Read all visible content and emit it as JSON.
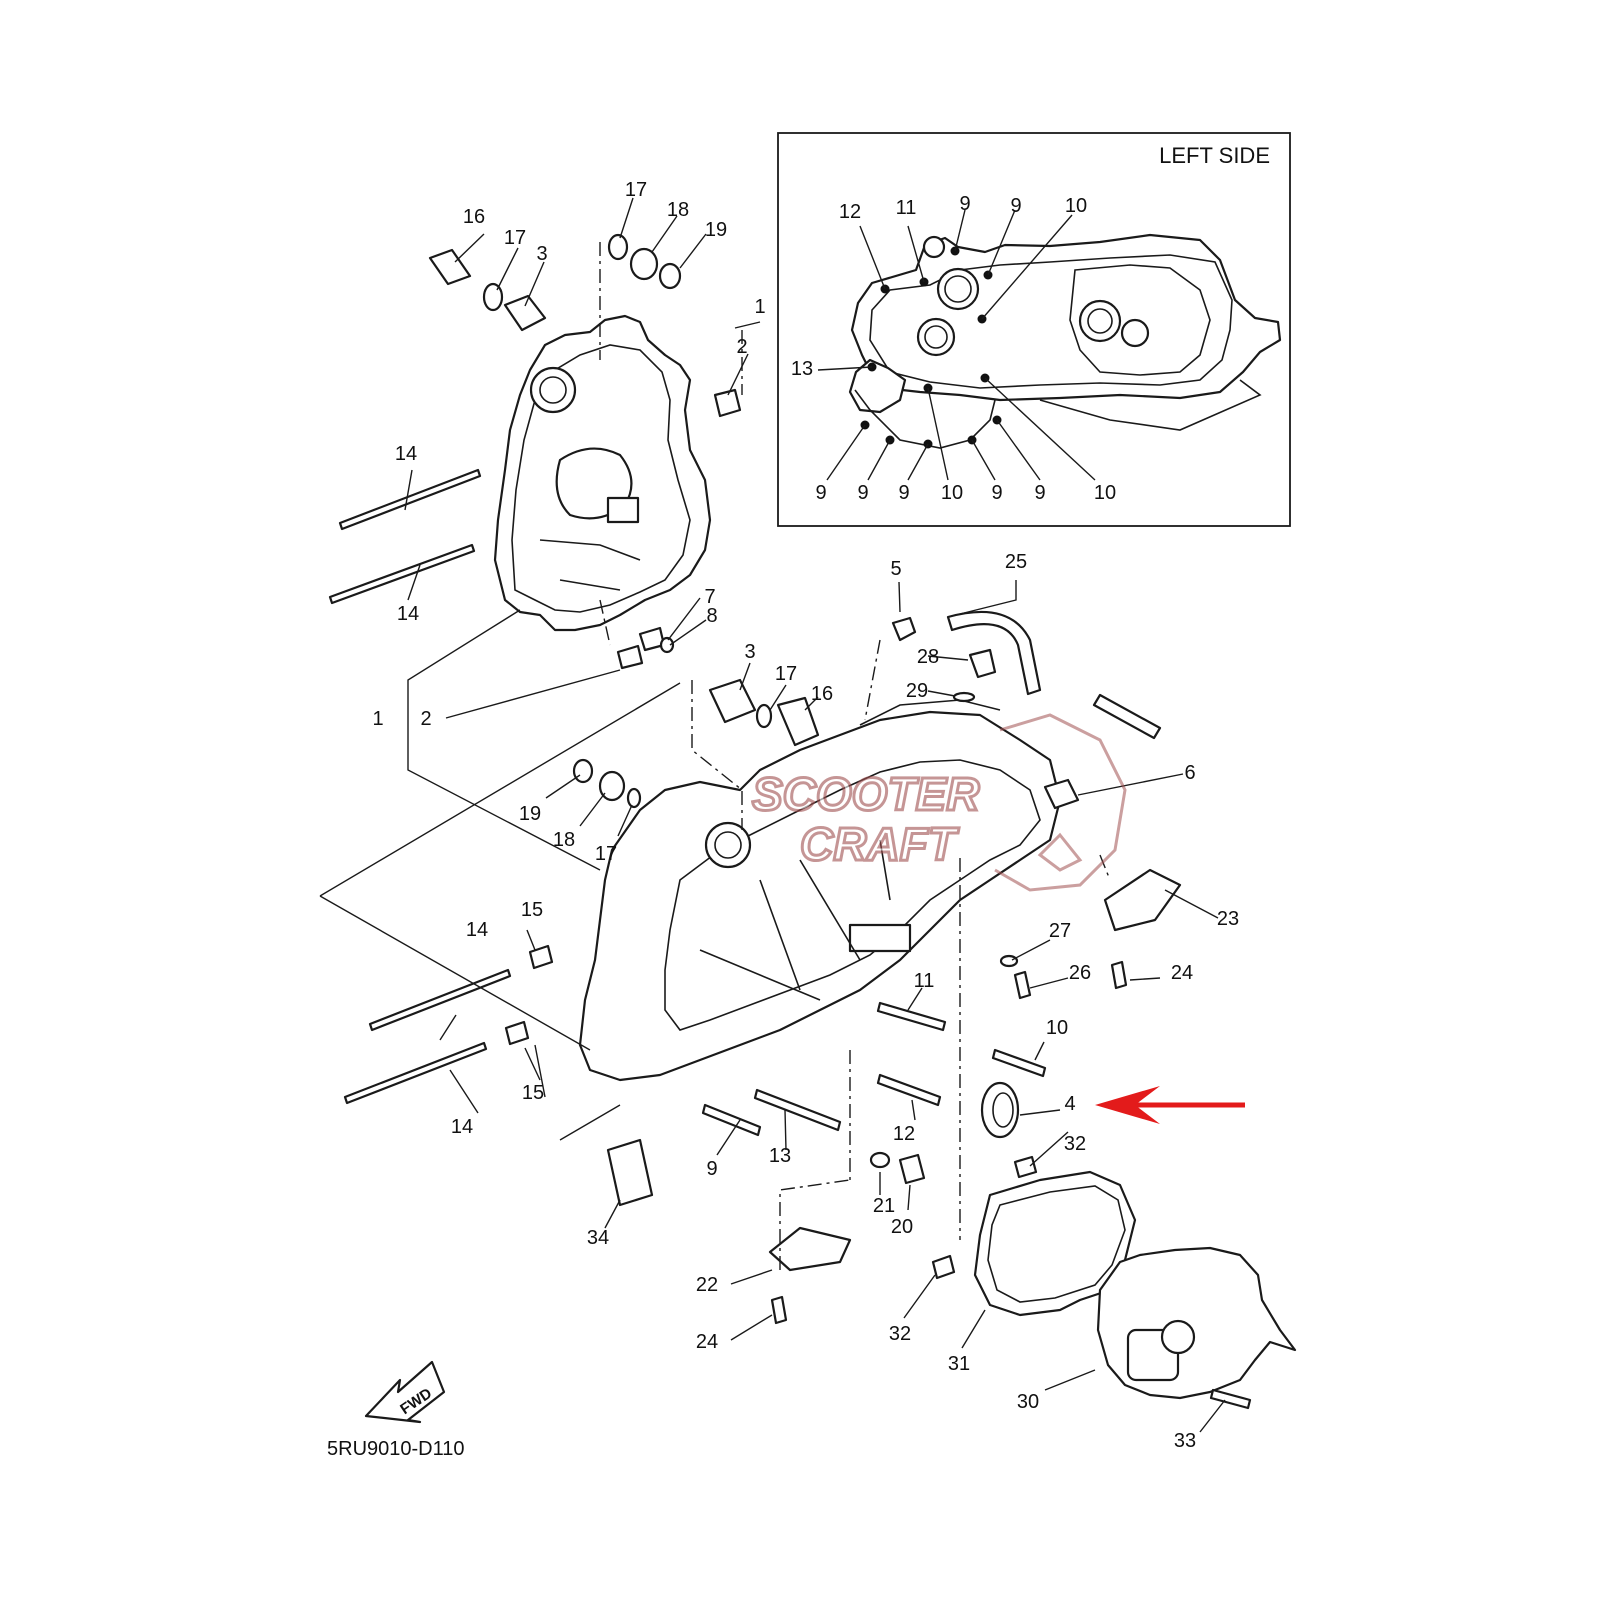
{
  "inset": {
    "title": "LEFT SIDE"
  },
  "diagram_code": "5RU9010-D110",
  "fwd_label": "FWD",
  "watermark": {
    "line1": "SCOOTER",
    "line2": "CRAFT"
  },
  "arrow_color": "#e31b1b",
  "watermark_color": "#a05050",
  "callouts": [
    "1",
    "2",
    "3",
    "4",
    "5",
    "6",
    "7",
    "8",
    "9",
    "10",
    "11",
    "12",
    "13",
    "14",
    "15",
    "16",
    "17",
    "18",
    "19",
    "20",
    "21",
    "22",
    "23",
    "24",
    "25",
    "26",
    "27",
    "28",
    "29",
    "30",
    "31",
    "32",
    "33",
    "34"
  ]
}
